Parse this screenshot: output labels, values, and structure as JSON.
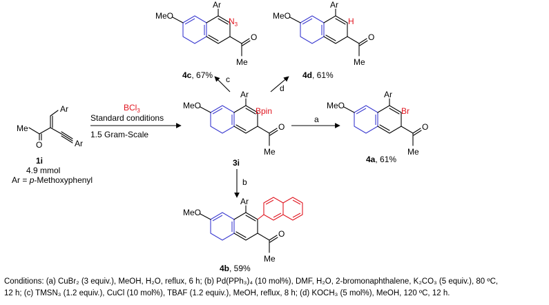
{
  "diagram_data": {
    "type": "reaction-scheme",
    "colors": {
      "ring_blue": "#3a3ad0",
      "highlight_red": "#e0141e"
    },
    "start": {
      "id": "1i",
      "labels": {
        "me": "Me",
        "o": "O",
        "ar_top": "Ar",
        "ar_right": "Ar"
      },
      "amount": "4.9 mmol",
      "ar_definition_prefix": "Ar = ",
      "ar_definition_italic": "p",
      "ar_definition_suffix": "-Methoxyphenyl"
    },
    "main_reaction": {
      "reagent_boron": "BCl",
      "reagent_boron_sub": "3",
      "reagent_line2": "Standard conditions",
      "reagent_line3": "1.5 Gram-Scale"
    },
    "intermediate": {
      "id": "3i",
      "substituent": "Bpin",
      "meo": "MeO",
      "ar": "Ar",
      "me": "Me",
      "o": "O"
    },
    "products": [
      {
        "id": "4c",
        "yield": ", 67%",
        "substituent": "N",
        "substituent_sub": "3",
        "arrow_label": "c",
        "meo": "MeO",
        "ar": "Ar",
        "me": "Me",
        "o": "O"
      },
      {
        "id": "4d",
        "yield": ", 61%",
        "substituent": "H",
        "arrow_label": "d",
        "meo": "MeO",
        "ar": "Ar",
        "me": "Me",
        "o": "O"
      },
      {
        "id": "4a",
        "yield": ", 61%",
        "substituent": "Br",
        "arrow_label": "a",
        "meo": "MeO",
        "ar": "Ar",
        "me": "Me",
        "o": "O"
      },
      {
        "id": "4b",
        "yield": ", 59%",
        "substituent": "2-naphthyl",
        "arrow_label": "b",
        "meo": "MeO",
        "ar": "Ar",
        "me": "Me",
        "o": "O"
      }
    ],
    "conditions": {
      "line1": "Conditions: (a) CuBr₂ (3 equiv.), MeOH, H₂O, reflux, 6 h; (b) Pd(PPh₃)₄ (10 mol%), DMF, H₂O, 2-bromonaphthalene, K₂CO₃ (5 equiv.),  80 ºC,",
      "line2": "12 h; (c) TMSN₃ (1.2 equiv.), CuCl (10 mol%), TBAF (1.2 equiv.), MeOH, reflux, 8 h; (d) KOCH₃ (5 mol%), MeOH, 120 ºC, 12 h."
    }
  }
}
